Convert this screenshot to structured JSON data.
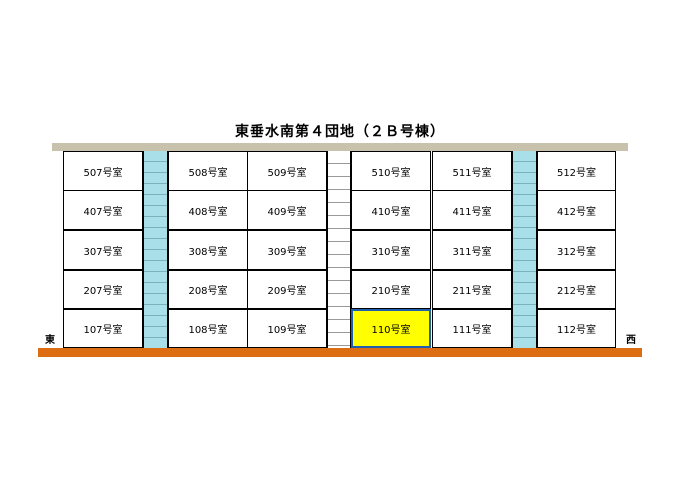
{
  "title": "東垂水南第４団地（２Ｂ号棟）",
  "directions": {
    "east": "東",
    "west": "西"
  },
  "colors": {
    "roof": "#c8c2ad",
    "ground": "#dd6d12",
    "stairwell": "#a8dfe8",
    "highlight_fill": "#ffff00",
    "highlight_border": "#1f5fb0"
  },
  "floors": [
    [
      "507号室",
      "508号室",
      "509号室",
      "510号室",
      "511号室",
      "512号室"
    ],
    [
      "407号室",
      "408号室",
      "409号室",
      "410号室",
      "411号室",
      "412号室"
    ],
    [
      "307号室",
      "308号室",
      "309号室",
      "310号室",
      "311号室",
      "312号室"
    ],
    [
      "207号室",
      "208号室",
      "209号室",
      "210号室",
      "211号室",
      "212号室"
    ],
    [
      "107号室",
      "108号室",
      "109号室",
      "110号室",
      "111号室",
      "112号室"
    ]
  ],
  "highlighted_room": "110号室"
}
